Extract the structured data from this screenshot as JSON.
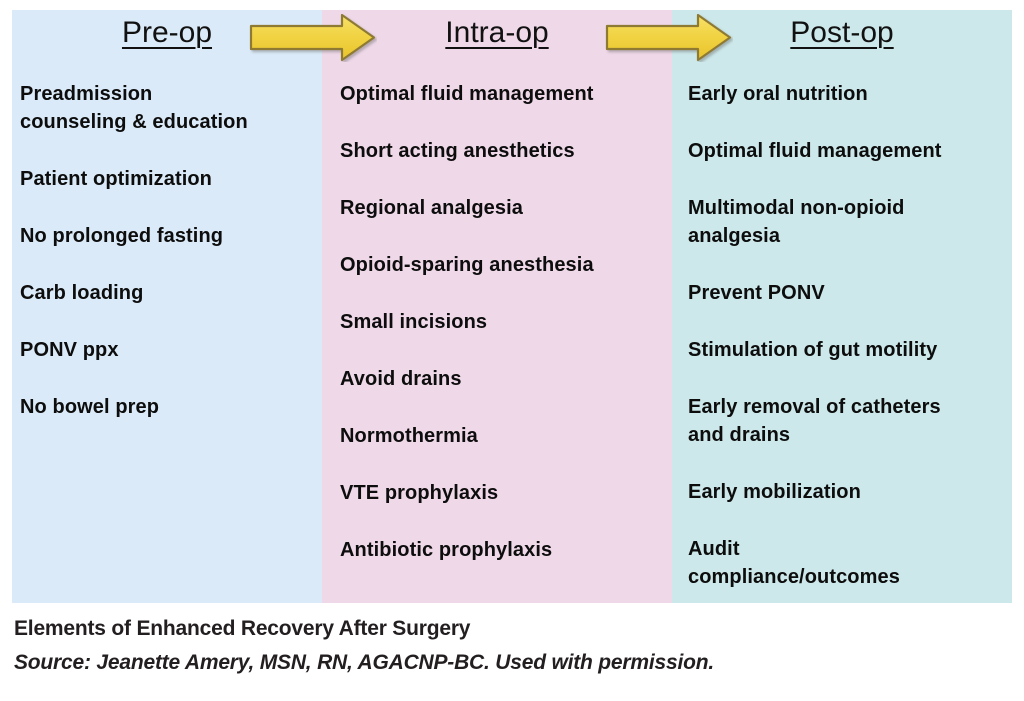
{
  "diagram": {
    "columns": [
      {
        "title": "Pre-op",
        "bg_color": "#daeaf8",
        "items": [
          "Preadmission\ncounseling & education",
          "Patient optimization",
          "No prolonged fasting",
          "Carb loading",
          "PONV ppx",
          "No bowel prep"
        ]
      },
      {
        "title": "Intra-op",
        "bg_color": "#efd8e8",
        "items": [
          "Optimal fluid management",
          "Short acting anesthetics",
          "Regional analgesia",
          "Opioid-sparing anesthesia",
          "Small incisions",
          "Avoid drains",
          "Normothermia",
          "VTE prophylaxis",
          "Antibiotic prophylaxis"
        ]
      },
      {
        "title": "Post-op",
        "bg_color": "#cce8ea",
        "items": [
          "Early oral nutrition",
          "Optimal fluid management",
          "Multimodal non-opioid\nanalgesia",
          "Prevent PONV",
          "Stimulation of gut motility",
          "Early removal of catheters\nand drains",
          "Early mobilization",
          "Audit\ncompliance/outcomes"
        ]
      }
    ],
    "arrow_colors": {
      "fill_top": "#f7e169",
      "fill_bottom": "#e9c42c",
      "stroke": "#8e7a33"
    },
    "caption": {
      "title": "Elements of Enhanced Recovery After Surgery",
      "source": "Source: Jeanette Amery, MSN, RN, AGACNP-BC. Used with permission."
    }
  }
}
